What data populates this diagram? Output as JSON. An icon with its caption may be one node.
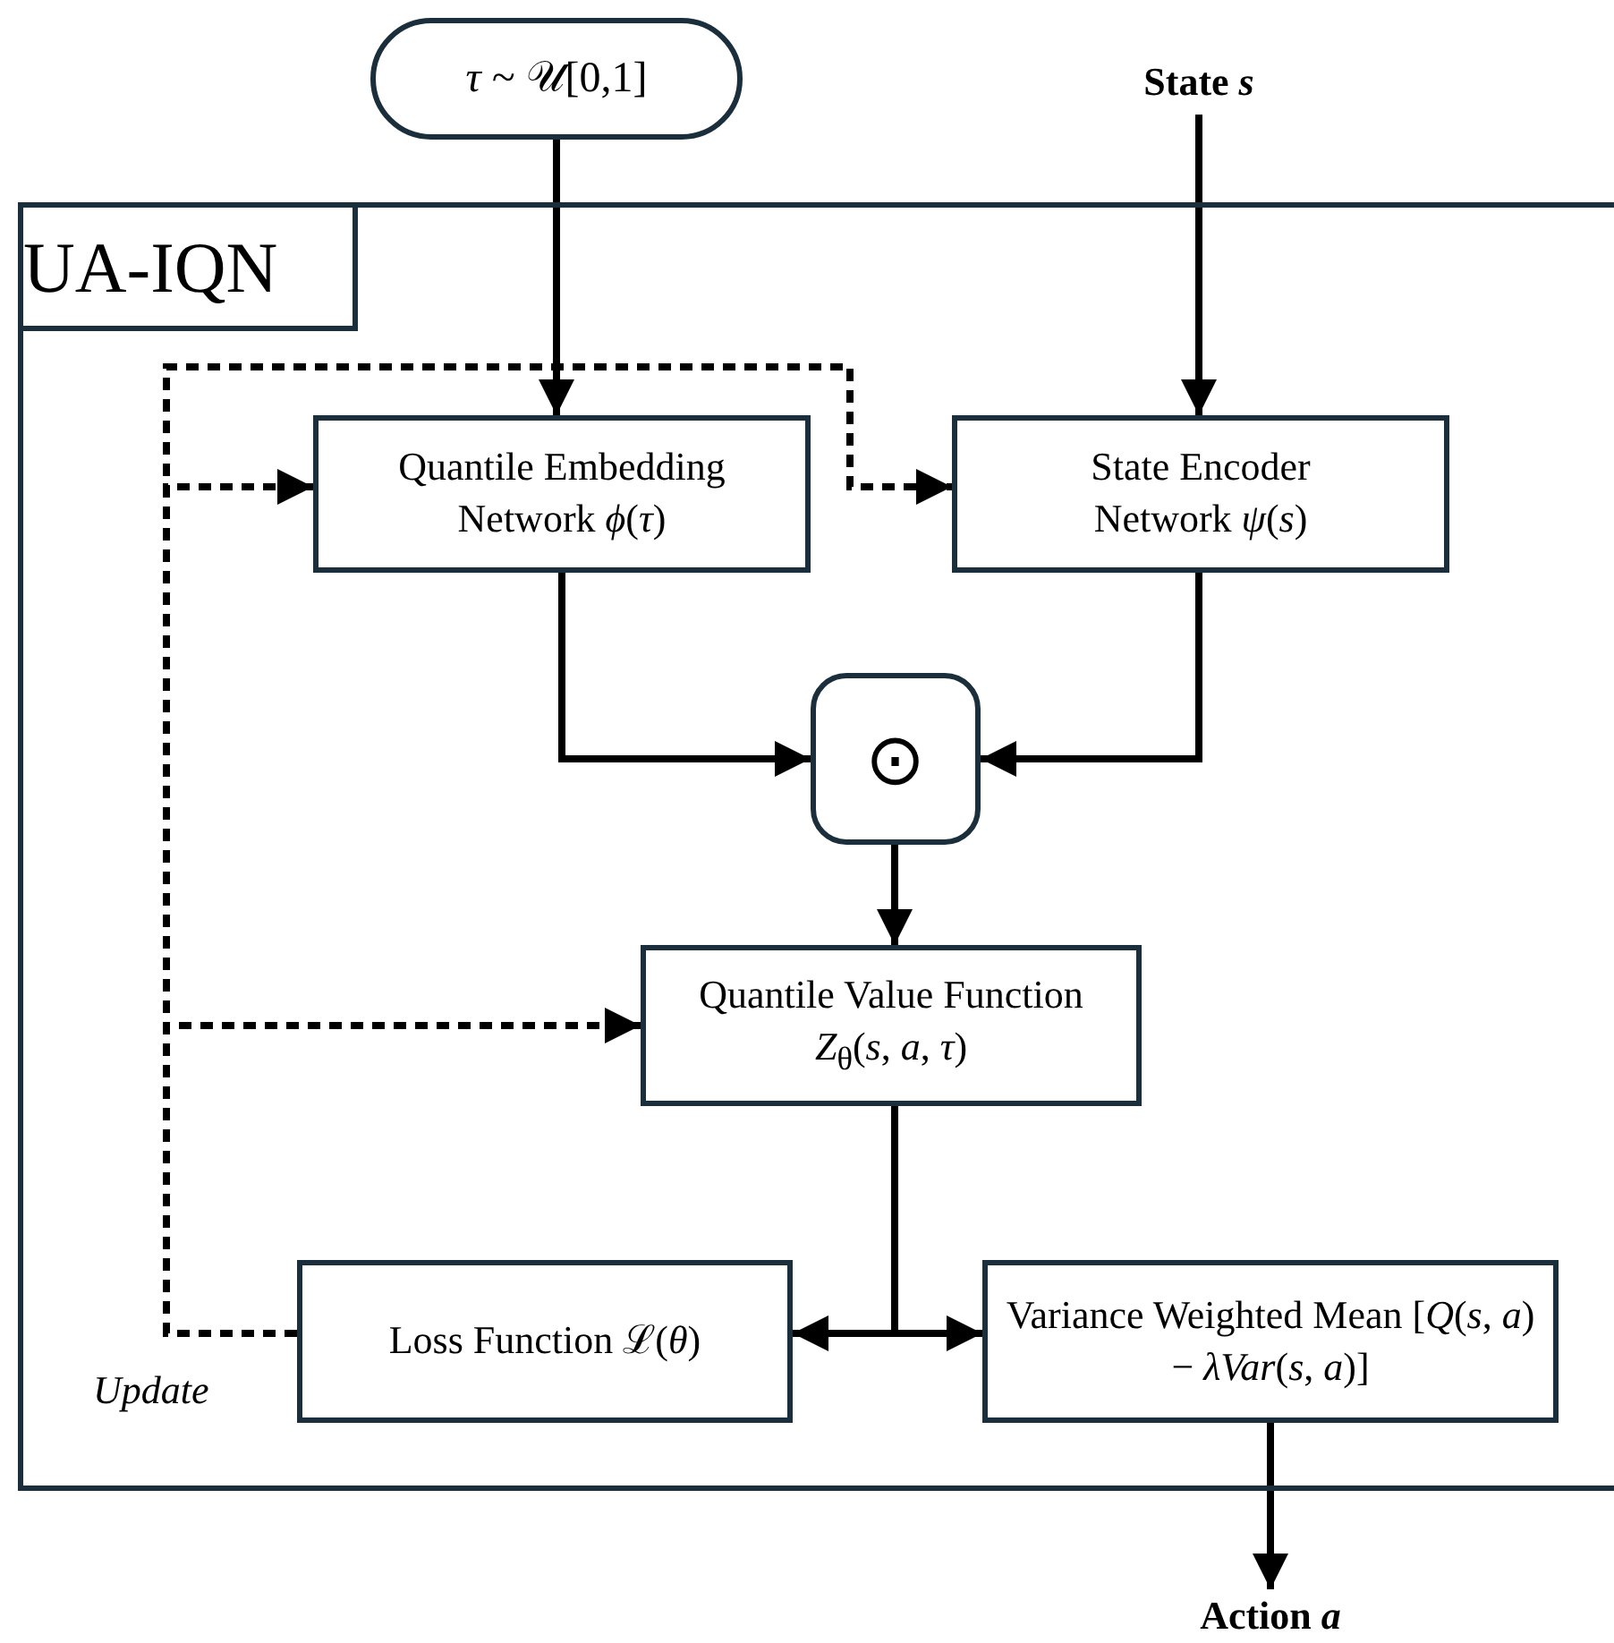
{
  "diagram": {
    "nodes": [
      {
        "text": [
          "*τ* ~ 𝒰[0,1]"
        ]
      },
      {
        "text": [
          "State *s*"
        ]
      },
      {
        "text": [],
        "shape": "box"
      },
      {
        "text": [
          "UA-IQN"
        ],
        "in": 2
      },
      {
        "text": [
          "Quantile Embedding Network *ϕ*(*τ*)"
        ],
        "in": 2
      },
      {
        "text": [
          "State Encoder Network *ψ*(*s*)"
        ],
        "in": 2
      },
      {
        "text": [
          "⊙"
        ],
        "in": 2
      },
      {
        "text": [
          "Quantile Value Function *Z*$_{θ}$(*s*, *a*, *τ*)"
        ],
        "in": 2
      },
      {
        "text": [
          "Loss Function ℒ(*θ*)"
        ],
        "in": 2
      },
      {
        "text": [
          "Variance Weighted Mean [*Q*(*s*, *a*) − *λVar*(*s*, *a*)]"
        ],
        "in": 2
      },
      {
        "text": [
          "Action *a*"
        ]
      }
    ],
    "edges": [
      {
        "from": 0,
        "to": 4,
        "arrow": "to"
      },
      {
        "from": 1,
        "to": 5,
        "arrow": "to"
      },
      {
        "from": 4,
        "to": 6,
        "arrow": "to"
      },
      {
        "from": 5,
        "to": 6,
        "arrow": "to"
      },
      {
        "from": 6,
        "to": 7,
        "arrow": "to"
      },
      {
        "from": 7,
        "to": 8,
        "arrow": "to"
      },
      {
        "from": 7,
        "to": 9,
        "arrow": "to"
      },
      {
        "from": 9,
        "to": 10,
        "arrow": "to"
      },
      {
        "from": 8,
        "to": 4,
        "arrow": "to",
        "style": "dashed"
      },
      {
        "from": 8,
        "to": 5,
        "arrow": "to",
        "style": "dashed"
      },
      {
        "from": 8,
        "to": 7,
        "arrow": "to",
        "style": "dashed"
      }
    ],
    "labels": [
      "Update"
    ]
  }
}
